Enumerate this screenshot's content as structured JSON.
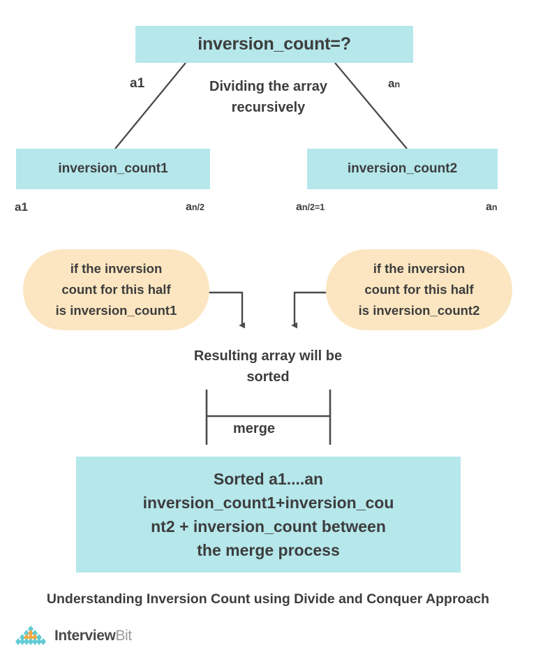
{
  "diagram": {
    "title_caption": "Understanding Inversion Count using Divide and Conquer Approach",
    "colors": {
      "blue_box": "#b5e7eb",
      "orange_pill": "#fbe6c1",
      "text": "#3d3d3d",
      "connector": "#4a4a4a",
      "logo_teal": "#61cbd3",
      "logo_orange": "#f5a841",
      "background": "#ffffff"
    },
    "nodes": {
      "root": {
        "label": "inversion_count=?"
      },
      "left_child": {
        "label": "inversion_count1"
      },
      "right_child": {
        "label": "inversion_count2"
      },
      "result": {
        "lines": [
          "Sorted a1....an",
          "inversion_count1+inversion_cou",
          "nt2 + inversion_count between",
          "the merge process"
        ]
      }
    },
    "pills": {
      "left": {
        "lines": [
          "if the inversion",
          "count for this half",
          "is inversion_count1"
        ]
      },
      "right": {
        "lines": [
          "if the inversion",
          "count for this half",
          "is inversion_count2"
        ]
      }
    },
    "edge_labels": {
      "left_branch": "a1",
      "right_branch_prefix": "a",
      "right_branch_sub": "n",
      "divide_note_line1": "Dividing the array",
      "divide_note_line2": "recursively"
    },
    "range_labels": {
      "left_start": "a1",
      "left_end_prefix": "a",
      "left_end_sub": "n/2",
      "right_start_prefix": "a",
      "right_start_sub": "n/2=1",
      "right_end_prefix": "a",
      "right_end_sub": "n"
    },
    "annotations": {
      "resulting_line1": "Resulting array will be",
      "resulting_line2": "sorted",
      "merge": "merge"
    },
    "logo": {
      "name_primary": "Interview",
      "name_secondary": "Bit"
    }
  }
}
